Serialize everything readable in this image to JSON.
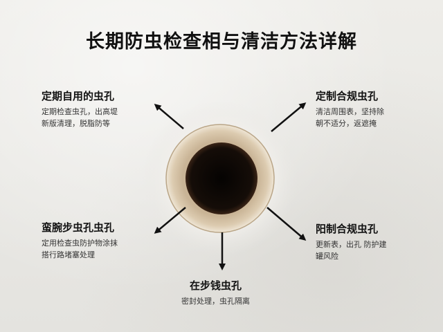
{
  "title": "长期防虫检查相与清洁方法详解",
  "labels": {
    "top_left": {
      "head": "定期自用的虫孔",
      "desc1": "定期检查虫孔，出高堤",
      "desc2": "新版清理，脱脂防等"
    },
    "top_right": {
      "head": "定制合规虫孔",
      "desc1": "清洁周围表，坚持除",
      "desc2": "朝不适分，返遮掩"
    },
    "mid_left": {
      "head": "蛮腕步虫孔虫孔",
      "desc1": "定用检查虫防护物涂抹",
      "desc2": "搭行路堵塞处理"
    },
    "mid_right": {
      "head": "阳制合规虫孔",
      "desc1": "更新表，出孔 防护建",
      "desc2": "罐风险"
    },
    "bottom": {
      "head": "在步钱虫孔",
      "desc1": "密封处理，虫孔隔离"
    }
  },
  "icons": {
    "arrow": "arrow-icon",
    "hole": "wall-hole-icon"
  },
  "colors": {
    "wall": "#e9e8e4",
    "text": "#111111",
    "hole_inner": "#120c09",
    "hole_rim": "#d9c7ab"
  }
}
